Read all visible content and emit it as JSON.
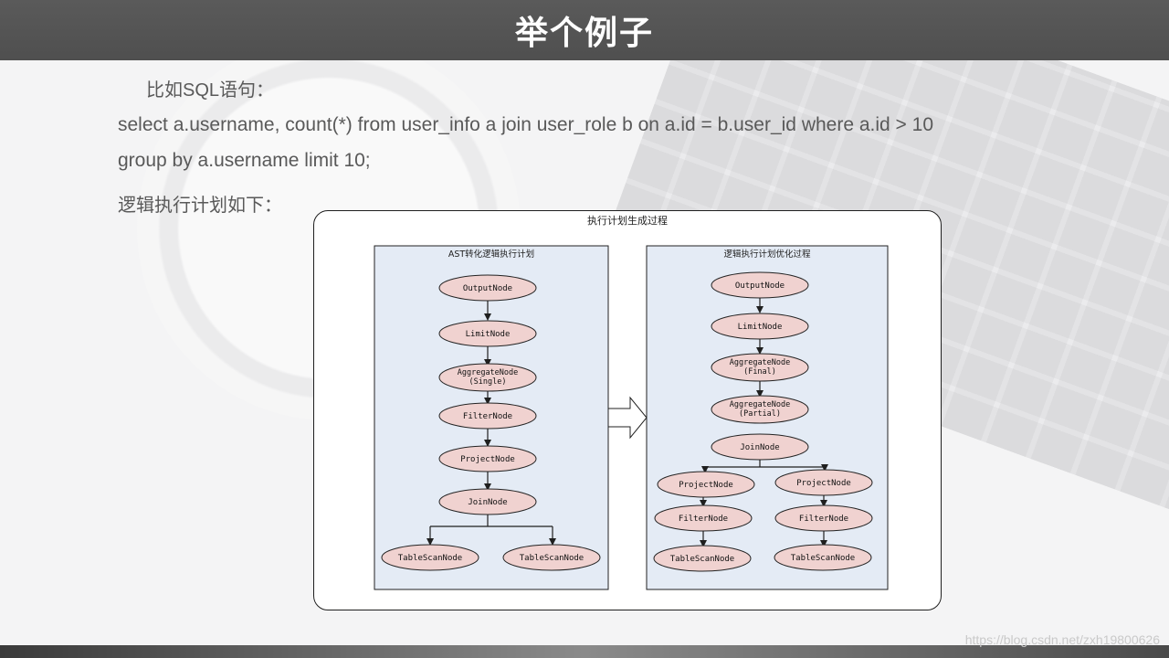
{
  "header": {
    "title": "举个例子"
  },
  "body": {
    "intro": "比如SQL语句：",
    "sql_line1": "select a.username, count(*) from user_info a join user_role b on a.id = b.user_id where a.id > 10",
    "sql_line2": "group by a.username limit 10;",
    "plan_label": "逻辑执行计划如下："
  },
  "diagram": {
    "title": "执行计划生成过程",
    "left_panel": {
      "title": "AST转化逻辑执行计划",
      "nodes": {
        "output": "OutputNode",
        "limit": "LimitNode",
        "aggregate_l1": "AggregateNode",
        "aggregate_l2": "(Single)",
        "filter": "FilterNode",
        "project": "ProjectNode",
        "join": "JoinNode",
        "scan_left": "TableScanNode",
        "scan_right": "TableScanNode"
      }
    },
    "right_panel": {
      "title": "逻辑执行计划优化过程",
      "nodes": {
        "output": "OutputNode",
        "limit": "LimitNode",
        "agg_final_l1": "AggregateNode",
        "agg_final_l2": "(Final)",
        "agg_partial_l1": "AggregateNode",
        "agg_partial_l2": "(Partial)",
        "join": "JoinNode",
        "project_left": "ProjectNode",
        "project_right": "ProjectNode",
        "filter_left": "FilterNode",
        "filter_right": "FilterNode",
        "scan_left": "TableScanNode",
        "scan_right": "TableScanNode"
      }
    }
  },
  "watermark": "https://blog.csdn.net/zxh19800626",
  "colors": {
    "header_bg": "#555555",
    "panel_fill": "#e4ebf5",
    "node_fill": "#f0d2d0",
    "line": "#1f1f1f"
  }
}
